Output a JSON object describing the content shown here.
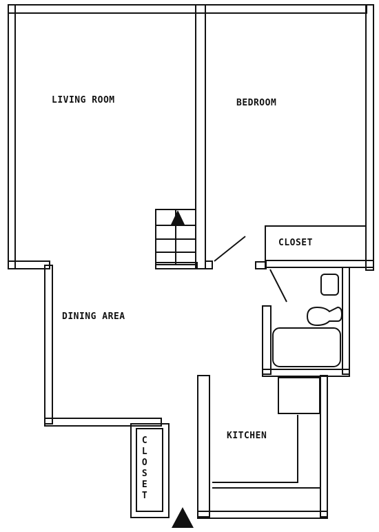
{
  "rooms": {
    "living_room": "LIVING ROOM",
    "bedroom": "BEDROOM",
    "dining_area": "DINING AREA",
    "bedroom_closet": "CLOSET",
    "kitchen": "KITCHEN",
    "entry_closet": "CLOSET"
  },
  "colors": {
    "wall": "#111111",
    "background": "#ffffff"
  }
}
